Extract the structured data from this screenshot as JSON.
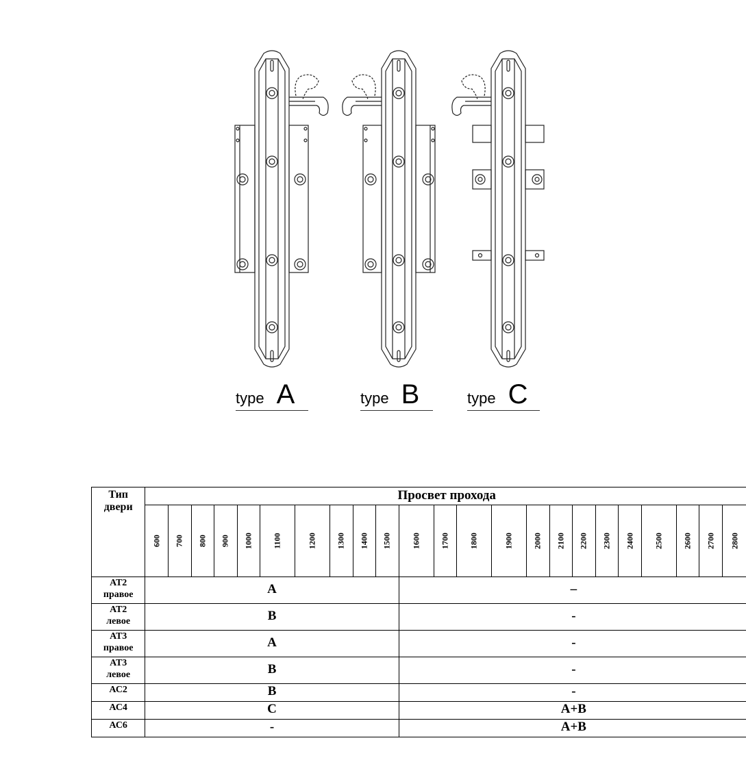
{
  "drawings": [
    {
      "label_word": "type",
      "label_letter": "A"
    },
    {
      "label_word": "type",
      "label_letter": "B"
    },
    {
      "label_word": "type",
      "label_letter": "C"
    }
  ],
  "table": {
    "type_header_line1": "Тип",
    "type_header_line2": "двери",
    "main_header": "Просвет прохода",
    "columns": [
      "600",
      "700",
      "800",
      "900",
      "1000",
      "1100",
      "1200",
      "1300",
      "1400",
      "1500",
      "1600",
      "1700",
      "1800",
      "1900",
      "2000",
      "2100",
      "2200",
      "2300",
      "2400",
      "2500",
      "2600",
      "2700",
      "2800"
    ],
    "rows": [
      {
        "name_line1": "АТ2",
        "name_line2": "правое",
        "left": "A",
        "right": "–"
      },
      {
        "name_line1": "АТ2",
        "name_line2": "левое",
        "left": "B",
        "right": "-"
      },
      {
        "name_line1": "АТ3",
        "name_line2": "правое",
        "left": "A",
        "right": "-"
      },
      {
        "name_line1": "АТ3",
        "name_line2": "левое",
        "left": "B",
        "right": "-"
      },
      {
        "name_line1": "АС2",
        "name_line2": "",
        "left": "B",
        "right": "-"
      },
      {
        "name_line1": "АС4",
        "name_line2": "",
        "left": "C",
        "right": "A+B"
      },
      {
        "name_line1": "АС6",
        "name_line2": "",
        "left": "-",
        "right": "A+B"
      }
    ]
  }
}
